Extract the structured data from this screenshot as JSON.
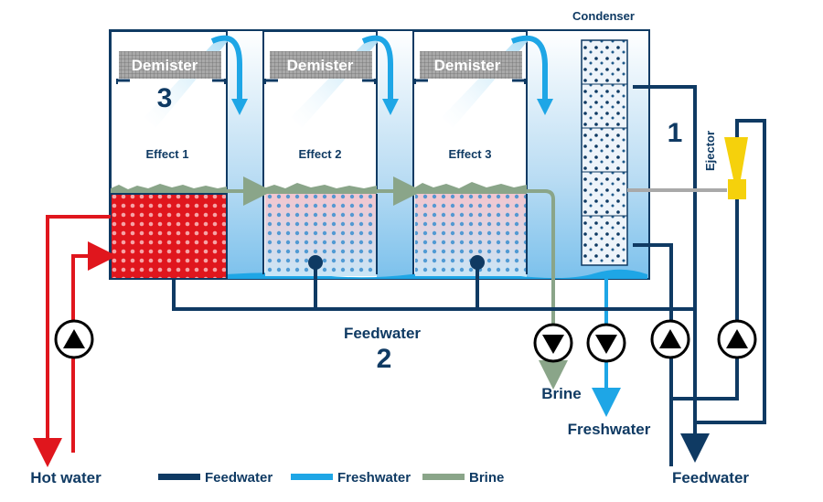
{
  "labels": {
    "condenser": "Condenser",
    "demister_1": "Demister",
    "demister_2": "Demister",
    "demister_3": "Demister",
    "effect_1": "Effect 1",
    "effect_2": "Effect 2",
    "effect_3": "Effect 3",
    "number_1": "1",
    "number_2": "2",
    "number_3": "3",
    "ejector": "Ejector",
    "feedwater_center": "Feedwater",
    "brine": "Brine",
    "freshwater": "Freshwater",
    "hot_water": "Hot water",
    "feedwater_bottom": "Feedwater"
  },
  "legend": [
    {
      "label": "Feedwater",
      "color": "#0f3a63"
    },
    {
      "label": "Freshwater",
      "color": "#1ea6e6"
    },
    {
      "label": "Brine",
      "color": "#8aa589"
    }
  ],
  "colors": {
    "feedwater": "#0f3a63",
    "freshwater": "#1ea6e6",
    "brine": "#8aa589",
    "hot_water": "#e0161d",
    "ejector": "#f5d10c"
  }
}
